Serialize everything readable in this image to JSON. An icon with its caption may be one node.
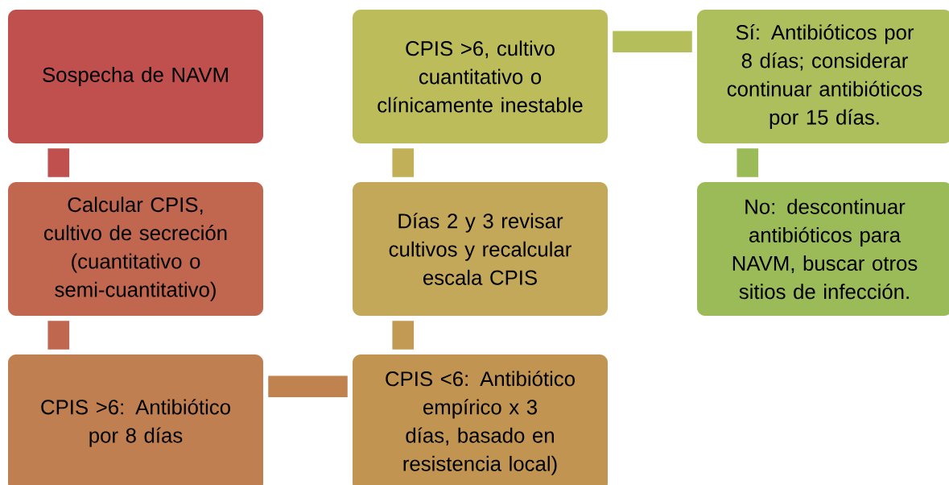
{
  "diagram": {
    "nodes": [
      {
        "text": [
          "Sospecha de NAVM"
        ]
      },
      {
        "text": [
          "Calcular CPIS, cultivo de secreción (cuantitativo o semi-cuantitativo)"
        ]
      },
      {
        "text": [
          "CPIS >6: Antibiótico por 8 días"
        ]
      },
      {
        "text": [
          "CPIS <6: Antibiótico empírico x 3 días, basado en resistencia local)"
        ]
      },
      {
        "text": [
          "Días 2 y 3 revisar cultivos y recalcular escala CPIS"
        ]
      },
      {
        "text": [
          "CPIS >6, cultivo cuantitativo o clínicamente inestable"
        ]
      },
      {
        "text": [
          "Sí: Antibióticos por 8 días; considerar continuar antibióticos por 15 días."
        ]
      },
      {
        "text": [
          "No:  descontinuar antibióticos para NAVM, buscar otros sitios de infección."
        ]
      }
    ],
    "edges": [
      {
        "from": 0,
        "to": 1,
        "arrow": "none",
        "color": "#c0504d"
      },
      {
        "from": 1,
        "to": 2,
        "arrow": "none",
        "color": "#c0684f"
      },
      {
        "from": 2,
        "to": 3,
        "arrow": "none",
        "color": "#c08350"
      },
      {
        "from": 3,
        "to": 4,
        "arrow": "none",
        "color": "#c29a53"
      },
      {
        "from": 4,
        "to": 5,
        "arrow": "none",
        "color": "#c1b058"
      },
      {
        "from": 5,
        "to": 6,
        "arrow": "none",
        "color": "#b4bf5b"
      },
      {
        "from": 6,
        "to": 7,
        "arrow": "none",
        "color": "#9bbb59"
      }
    ]
  }
}
